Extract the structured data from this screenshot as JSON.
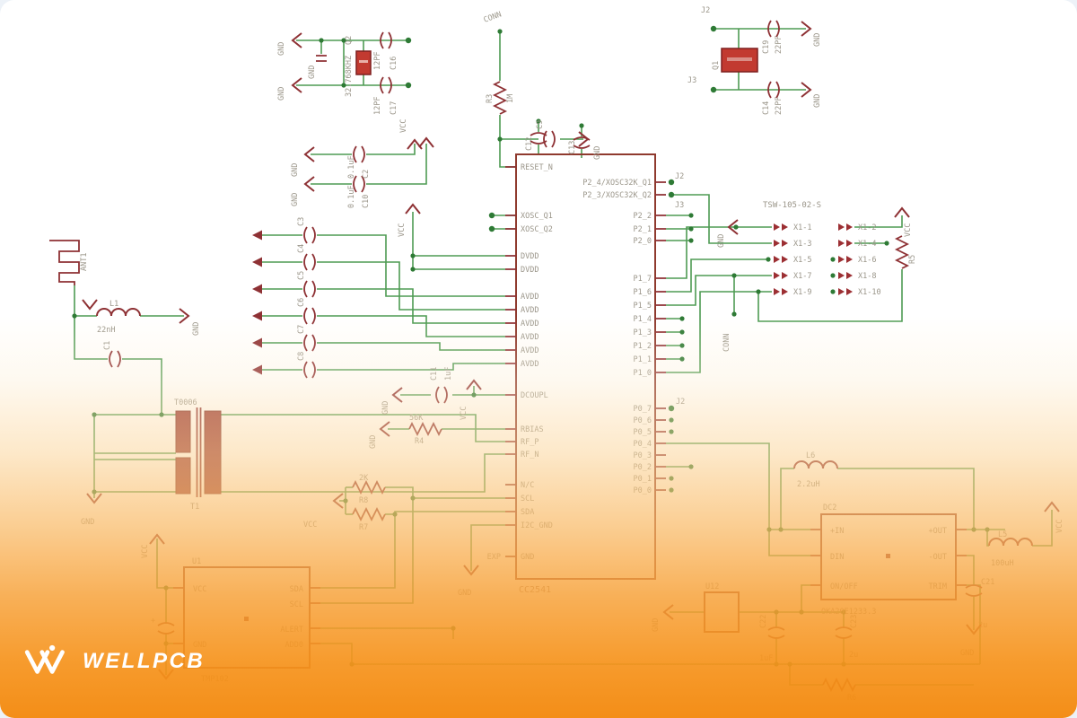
{
  "brand": {
    "name": "WELLPCB"
  },
  "net": {
    "vcc": "VCC",
    "gnd": "GND"
  },
  "labels": {
    "conn": "CONN",
    "exp": "EXP"
  },
  "ic": {
    "ref": "CC2541",
    "left_pins": [
      "RESET_N",
      "XOSC_Q1",
      "XOSC_Q2",
      "DVDD",
      "DVDD",
      "AVDD",
      "AVDD",
      "AVDD",
      "AVDD",
      "AVDD",
      "AVDD",
      "DCOUPL",
      "RBIAS",
      "RF_P",
      "RF_N",
      "N/C",
      "SCL",
      "SDA",
      "I2C_GND",
      "GND"
    ],
    "right_pins": [
      "P2_4/XOSC32K_Q1",
      "P2_3/XOSC32K_Q2",
      "P2_2",
      "P2_1",
      "P2_0",
      "P1_7",
      "P1_6",
      "P1_5",
      "P1_4",
      "P1_3",
      "P1_2",
      "P1_1",
      "P1_0",
      "P0_7",
      "P0_6",
      "P0_5",
      "P0_4",
      "P0_3",
      "P0_2",
      "P0_1",
      "P0_0"
    ]
  },
  "xtal32k": {
    "cap_top_ref": "C16",
    "cap_top_val": "12PF",
    "cap_bot_ref": "C17",
    "cap_bot_val": "12PF",
    "xtal_ref": "Q2",
    "xtal_val": "32.768KHZ"
  },
  "xtal32m": {
    "pad_top": "J2",
    "pad_bot": "J3",
    "cap_top_ref": "C19",
    "cap_top_val": "22PF",
    "cap_bot_ref": "C14",
    "cap_bot_val": "22PF",
    "xtal_ref": "Q1"
  },
  "reset": {
    "res_ref": "R3",
    "res_val": "1M",
    "cap_ref": "C9"
  },
  "topcaps": {
    "a": "C12",
    "b": "C13"
  },
  "antenna": {
    "ref": "ANT1",
    "l_ref": "L1",
    "l_val": "22nH",
    "cap_ref": "C1"
  },
  "balun": {
    "part": "T0006",
    "ref": "T1"
  },
  "decap": {
    "a_ref": "C2",
    "a_val": "0.1uF",
    "b_ref": "C10",
    "b_val": "0.1uF"
  },
  "buscaps": {
    "refs": [
      "C3",
      "C4",
      "C5",
      "C6",
      "C7",
      "C8"
    ]
  },
  "bias": {
    "cap_ref": "C11",
    "cap_val": "1uF",
    "res_ref": "R4",
    "res_val": "56K"
  },
  "i2c": {
    "r_top_ref": "R8",
    "r_top_val": "2K",
    "r_bot_ref": "R7"
  },
  "pads": {
    "j2": "J2",
    "j3": "J3",
    "p0": "J2"
  },
  "header": {
    "part": "TSW-105-02-S",
    "left": [
      "X1-1",
      "X1-3",
      "X1-5",
      "X1-7",
      "X1-9"
    ],
    "right": [
      "X1-2",
      "X1-4",
      "X1-6",
      "X1-8",
      "X1-10"
    ],
    "res_ref": "R5"
  },
  "sensor": {
    "ref": "U1",
    "part": "TMP102",
    "pin_vcc": "VCC",
    "pin_gnd": "GND",
    "pin_sda": "SDA",
    "pin_scl": "SCL",
    "pin_alert": "ALERT",
    "pin_add0": "ADD0",
    "plus": "+"
  },
  "regulator": {
    "ref": "DC2",
    "part": "OKA20E1233.3",
    "pin_in": "+IN",
    "pin_din": "DIN",
    "pin_onoff": "ON/OFF",
    "pin_out": "+OUT",
    "pin_nout": "-OUT",
    "pin_trim": "TRIM",
    "l6_ref": "L6",
    "l6_val": "2.2uH",
    "l5_ref": "L5",
    "l5_val": "100uH",
    "c21_ref": "C21",
    "c21_val": "2u"
  },
  "pwr": {
    "u12_ref": "U12",
    "c22_ref": "C22",
    "c22_val": "1uF",
    "c23_ref": "C23",
    "c23_val": "2u",
    "r_ref": "R6"
  }
}
